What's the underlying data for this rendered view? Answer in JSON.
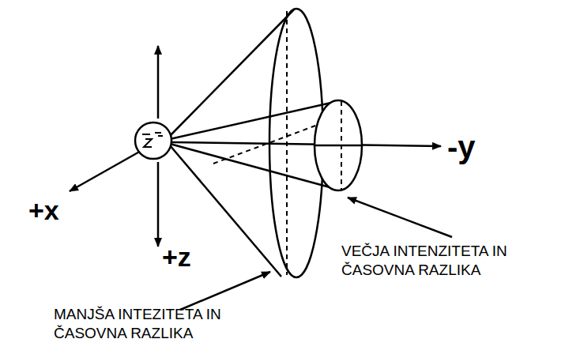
{
  "diagram": {
    "labels": [
      "+x",
      "+z",
      "-y",
      "VEČJA INTENZITETA IN ČASOVNA RAZLIKA",
      "MANJŠA INTEZITETA IN ČASOVNA RAZLIKA"
    ]
  }
}
